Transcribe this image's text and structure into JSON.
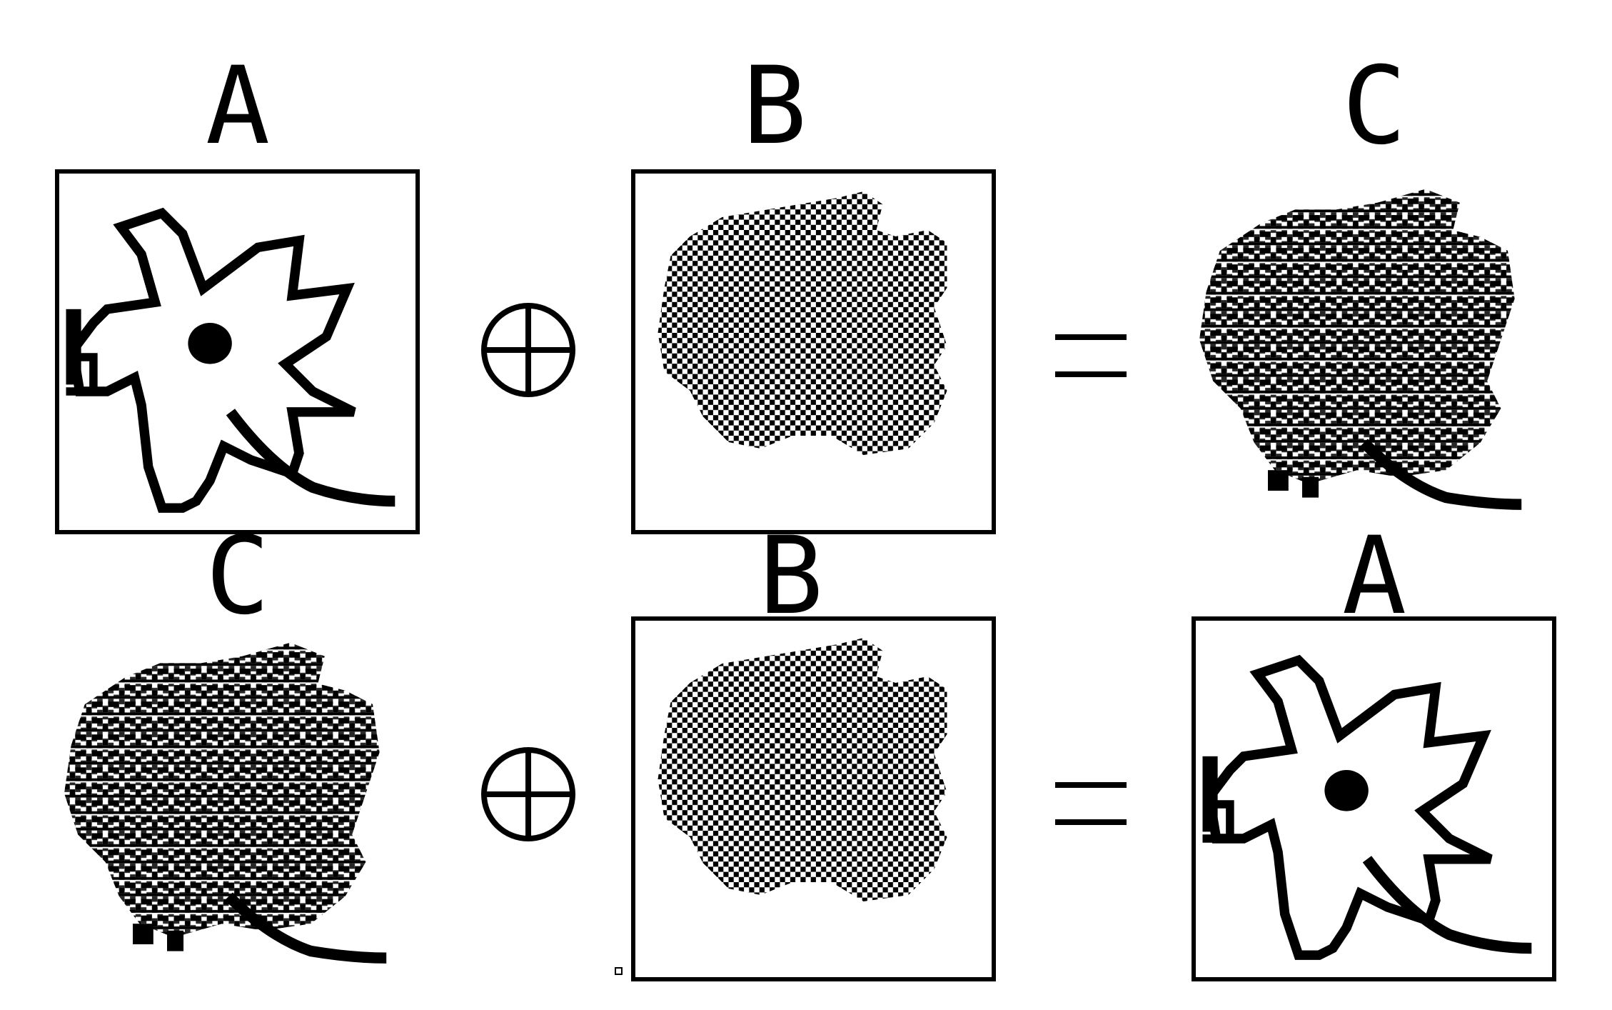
{
  "diagram": {
    "colors": {
      "ink": "#000000",
      "paper": "#ffffff"
    },
    "operator": "⊕",
    "equals": "=",
    "rows": [
      {
        "left_label": "A",
        "left_content": "flower",
        "left_boxed": true,
        "middle_label": "B",
        "middle_content": "checker-blob",
        "middle_boxed": true,
        "right_label": "C",
        "right_content": "scrambled",
        "right_boxed": false
      },
      {
        "left_label": "C",
        "left_content": "scrambled",
        "left_boxed": false,
        "middle_label": "B",
        "middle_content": "checker-blob",
        "middle_boxed": true,
        "right_label": "A",
        "right_content": "flower",
        "right_boxed": true
      }
    ]
  }
}
